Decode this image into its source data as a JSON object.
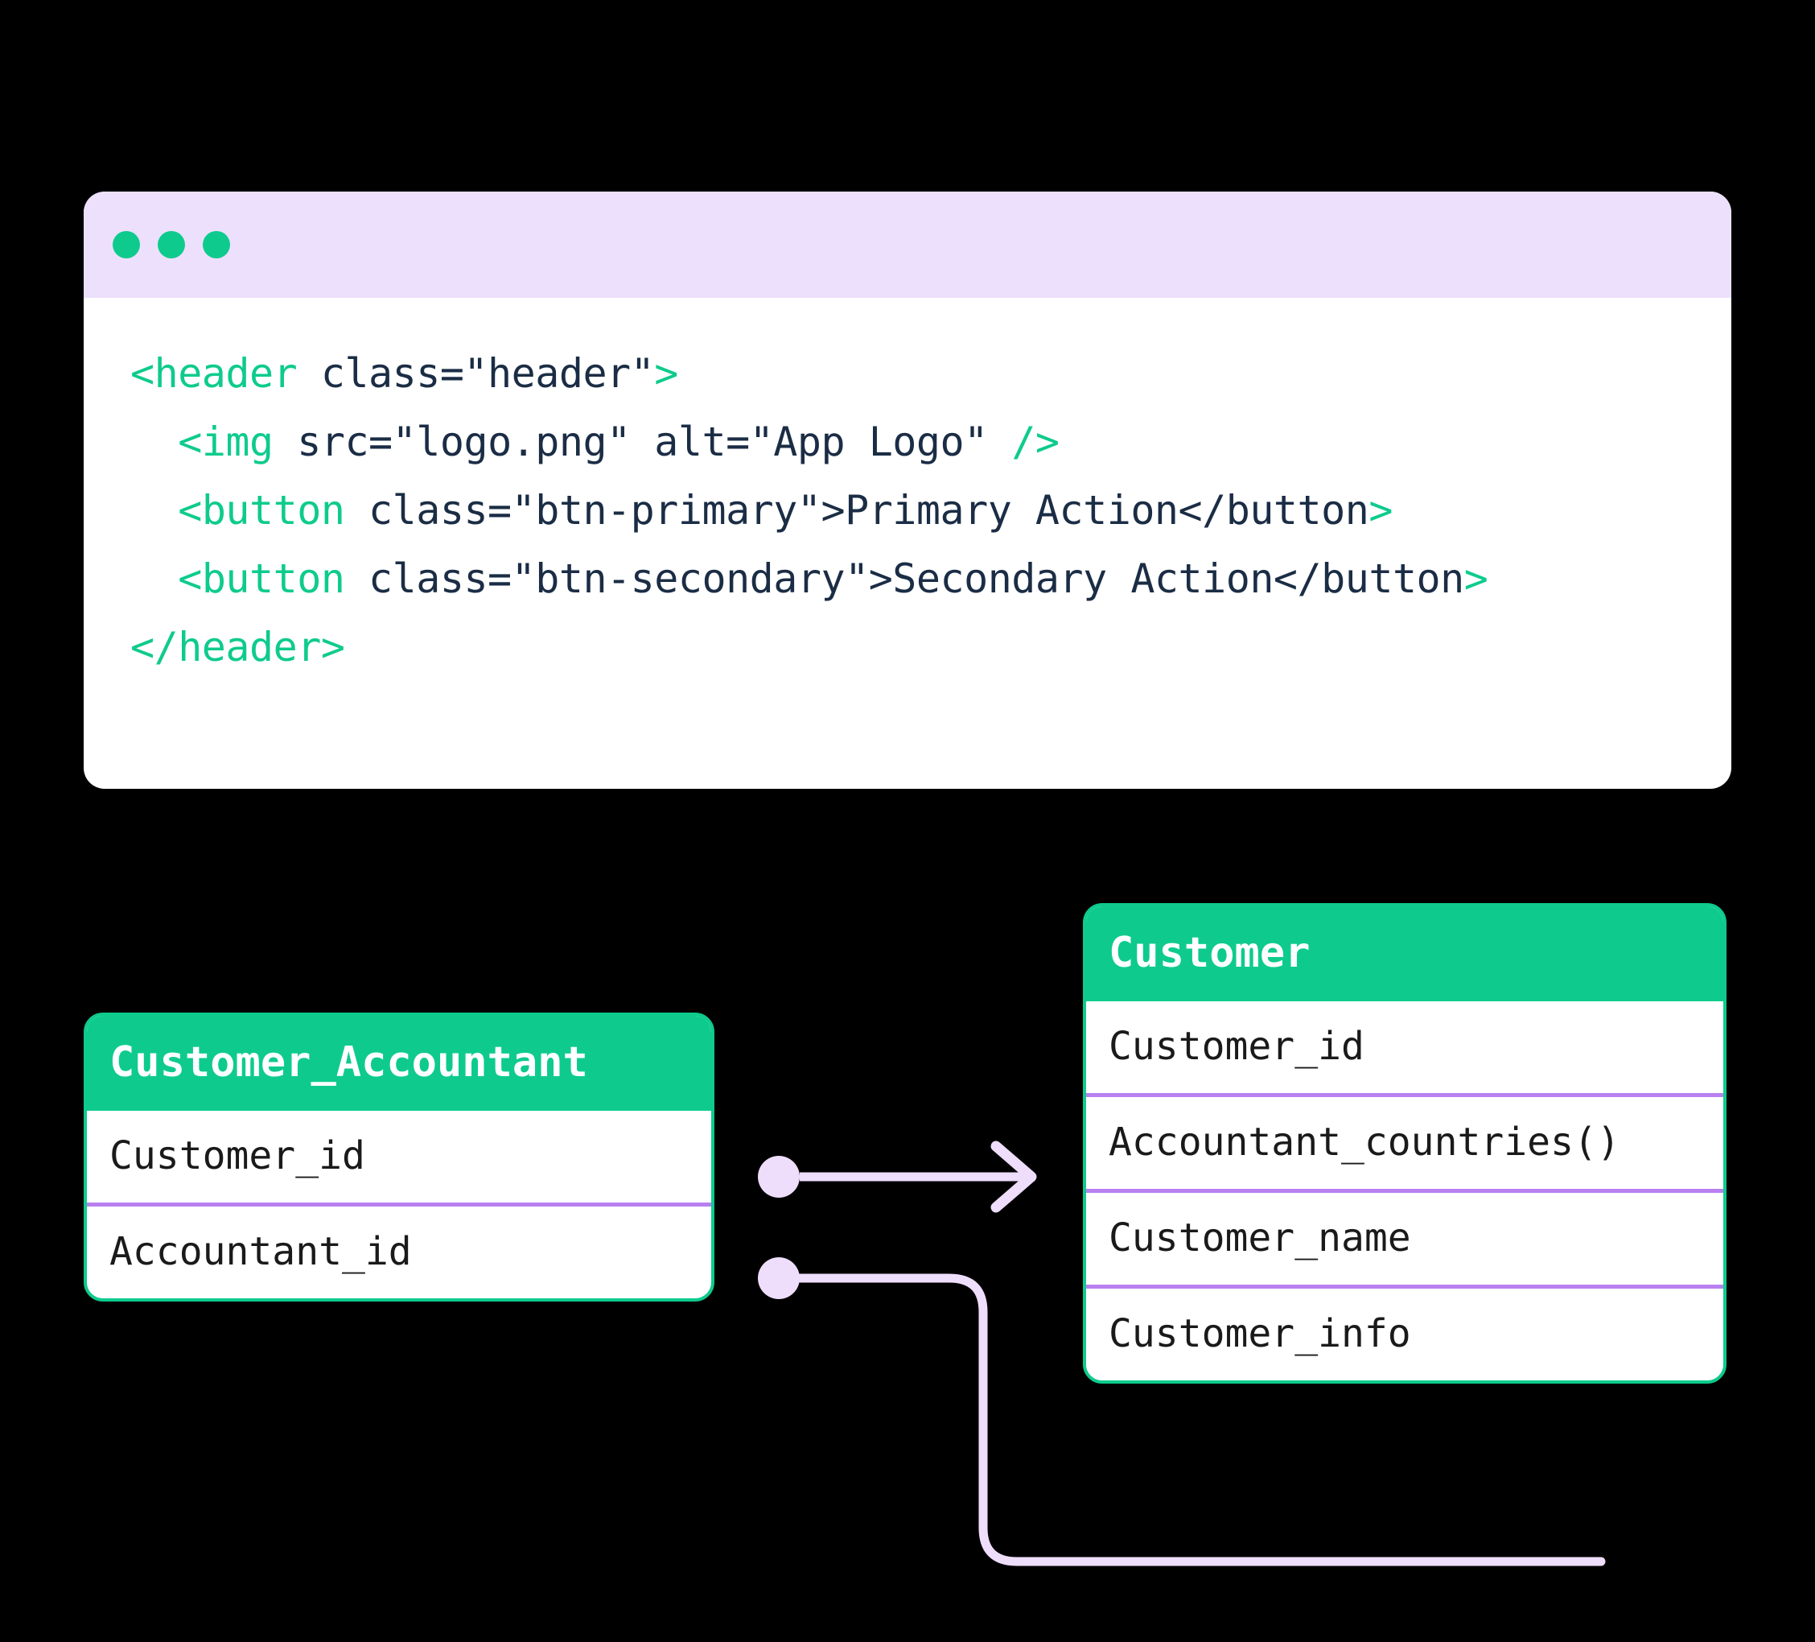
{
  "window": {
    "title_bar": {
      "dots": [
        "dot-1",
        "dot-2",
        "dot-3"
      ],
      "dot_color": "#0ECB8D",
      "background": "#EDE0FC"
    },
    "code_language": "html",
    "code_lines": [
      {
        "indent": 0,
        "tokens": [
          {
            "t": "<header",
            "c": "tag"
          },
          {
            "t": " class=\"header\"",
            "c": "plain"
          },
          {
            "t": ">",
            "c": "tag"
          }
        ]
      },
      {
        "indent": 1,
        "tokens": [
          {
            "t": "<img",
            "c": "tag"
          },
          {
            "t": " src=\"logo.png\" alt=\"App Logo\" ",
            "c": "plain"
          },
          {
            "t": "/>",
            "c": "tag"
          }
        ]
      },
      {
        "indent": 1,
        "tokens": [
          {
            "t": "<button",
            "c": "tag"
          },
          {
            "t": " class=\"btn-primary\">Primary Action</button",
            "c": "plain"
          },
          {
            "t": ">",
            "c": "tag"
          }
        ]
      },
      {
        "indent": 1,
        "tokens": [
          {
            "t": "<button",
            "c": "tag"
          },
          {
            "t": " class=\"btn-secondary\">Secondary Action</button",
            "c": "plain"
          },
          {
            "t": ">",
            "c": "tag"
          }
        ]
      },
      {
        "indent": 0,
        "tokens": [
          {
            "t": "</header>",
            "c": "tag"
          }
        ]
      }
    ],
    "plain_code": [
      "<header class=\"header\">",
      "  <img src=\"logo.png\" alt=\"App Logo\" />",
      "  <button class=\"btn-primary\">Primary Action</button>",
      "  <button class=\"btn-secondary\">Secondary Action</button>",
      "</header>"
    ]
  },
  "diagram": {
    "type": "er-diagram",
    "entities": [
      {
        "id": "customer-accountant",
        "title": "Customer_Accountant",
        "fields": [
          "Customer_id",
          "Accountant_id"
        ]
      },
      {
        "id": "customer",
        "title": "Customer",
        "fields": [
          "Customer_id",
          "Accountant_countries()",
          "Customer_name",
          "Customer_info"
        ]
      }
    ],
    "relations": [
      {
        "id": "relation-arrow",
        "from": "customer-accountant",
        "to": "customer",
        "style": "straight-arrow",
        "endpoint": "arrow"
      },
      {
        "id": "relation-elbow",
        "from": "customer-accountant",
        "to": "customer",
        "style": "elbow-down",
        "endpoint": "none"
      }
    ],
    "colors": {
      "entity_header": "#0ECB8D",
      "entity_border": "#0ECB8D",
      "entity_body": "#FFFFFF",
      "row_divider": "#B980F0",
      "connector": "#EEDDFB",
      "title_text": "#FFFFFF",
      "field_text": "#1A1A1A"
    }
  },
  "theme": {
    "background": "#000000",
    "accent_green": "#0ECB8D",
    "accent_purple": "#B980F0",
    "code_text": "#1B2D45"
  }
}
